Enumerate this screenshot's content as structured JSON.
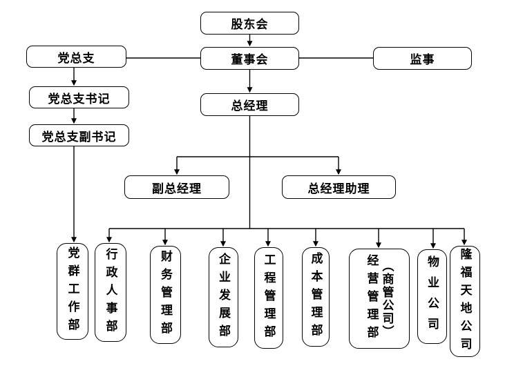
{
  "org": {
    "nodes": {
      "shareholders": "股东会",
      "board": "董事会",
      "party_branch": "党总支",
      "supervisor": "监事",
      "party_secretary": "党总支书记",
      "party_deputy_secretary": "党总支副书记",
      "general_manager": "总经理",
      "deputy_general_manager": "副总经理",
      "gm_assistant": "总经理助理"
    },
    "departments": [
      {
        "label": "党群工作部"
      },
      {
        "label": "行政人事部"
      },
      {
        "label": "财务管理部"
      },
      {
        "label": "企业发展部"
      },
      {
        "label": "工程管理部"
      },
      {
        "label": "成本管理部"
      },
      {
        "label": "经营管理部",
        "label2": "（商管公司）"
      },
      {
        "label": "物业公司"
      },
      {
        "label": "隆福天地公司"
      }
    ],
    "colors": {
      "line": "#000000",
      "box_border": "#000000",
      "box_fill": "#ffffff",
      "text": "#000000",
      "background": "#ffffff"
    }
  }
}
